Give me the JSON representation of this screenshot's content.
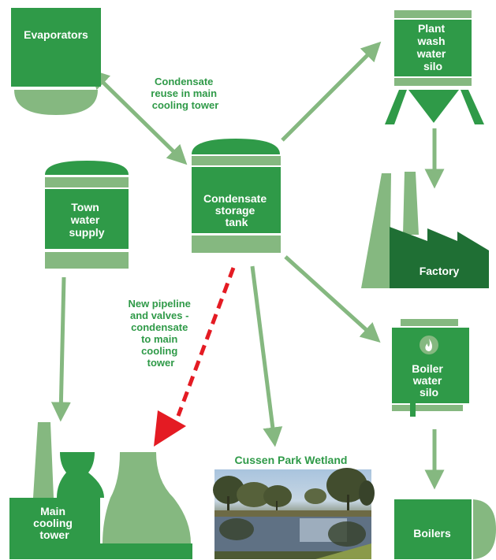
{
  "nodes": {
    "evaporators": "Evaporators",
    "condensate_tank": [
      "Condensate",
      "storage",
      "tank"
    ],
    "town_water": [
      "Town",
      "water",
      "supply"
    ],
    "plant_wash": [
      "Plant",
      "wash",
      "water",
      "silo"
    ],
    "factory": "Factory",
    "boiler_silo": [
      "Boiler",
      "water",
      "silo"
    ],
    "boilers": "Boilers",
    "main_cooling": [
      "Main",
      "cooling",
      "tower"
    ],
    "wetland": "Cussen Park Wetland"
  },
  "annotations": {
    "reuse": [
      "Condensate",
      "reuse in main",
      "cooling tower"
    ],
    "pipeline": [
      "New pipeline",
      "and valves -",
      "condensate",
      "to main",
      "cooling",
      "tower"
    ]
  },
  "colors": {
    "dark_green": "#2f9a48",
    "light_green": "#85b880",
    "factory_green": "#1f6f34",
    "new_pipeline_red": "#e41b23"
  }
}
